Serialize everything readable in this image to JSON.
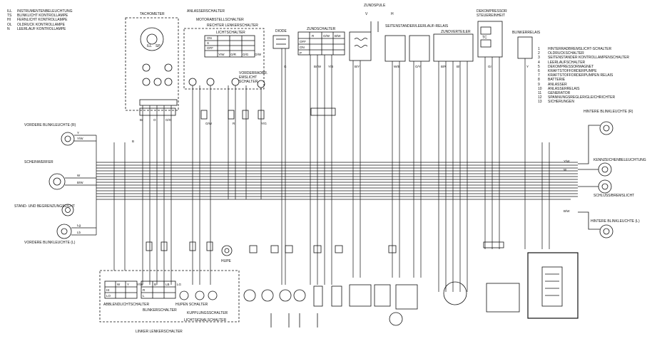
{
  "labels": {
    "tachometer": "TACHOMETER",
    "anlasserschalter": "ANLASSERSCHALTER",
    "motorabstellschalter": "MOTORABSTELLSCHALTER",
    "rechter_lenkerschalter": "RECHTER LENKERSCHALTER",
    "lichtschalter": "LICHTSCHALTER",
    "diode": "DIODE",
    "zundschalter": "ZUNDSCHALTER",
    "zundspule": "ZUNDSPULE",
    "seitenstander": "SEITENSTANDER/LEERLAUF-RELAIS",
    "zundverteiler": "ZUNDVERTEILER",
    "dekompressor": "DEKOMPRESSOR STEUEREINHEIT",
    "blinkerrelais": "BLINKERRELAIS",
    "vorderrad": "VORDERRADBR. EMSLICHT SCHALTER",
    "vordere_blink_r": "VORDERE BLINKLEUCHTE (R)",
    "scheinwerfer": "SCHEINWERFER",
    "stand": "STAND- UND BEGRENZUNGSLICHT",
    "vordere_blink_l": "VORDERE BLINKLEUCHTE (L)",
    "hintere_blink_r": "HINTERE BLINKLEUCHTE (R)",
    "kennzeichen": "KENNZEICHENBELEUCHTUNG",
    "schluss": "SCHLUSS/BREMSLICHT",
    "hintere_blink_l": "HINTERE BLINKLEUCHTE (L)",
    "hupe": "HUPE",
    "abblend": "ABBLENDLICHTSCHALTER",
    "blinkerschalter": "BLINKERSCHALTER",
    "hupen_schalter": "HUPEN SCHALTER",
    "kupplung": "KUPPLUNGSSCHALTER",
    "lichtsignal": "LICHTSIGNALSCHALTER",
    "linker": "LINKER LENKERSCHALTER",
    "tc": "TC",
    "v": "V",
    "h": "H",
    "ill": "ILL",
    "sp": "SP"
  },
  "legend_left": [
    {
      "key": "ILL",
      "text": "INSTRUMENTENBELEUCHTUNG"
    },
    {
      "key": "TS",
      "text": "BLINKLICHT KONTROLLAMPE"
    },
    {
      "key": "HI",
      "text": "FERNLICHT KONTROLLAMPE"
    },
    {
      "key": "OL",
      "text": "OLDRUCK KONTROLLAMPE"
    },
    {
      "key": "N",
      "text": "LEERLAUF KONTROLLAMPE"
    }
  ],
  "legend_right": [
    {
      "key": "1",
      "text": "HINTERRADBREMSLICHT-SCHALTER"
    },
    {
      "key": "2",
      "text": "OLDRUCKSCHALTER"
    },
    {
      "key": "3",
      "text": "SEITENSTANDER KONTROLLAMPENSCHALTER"
    },
    {
      "key": "4",
      "text": "LEERLAUFSCHALTER"
    },
    {
      "key": "5",
      "text": "DEKOMPRESSORMAGNET"
    },
    {
      "key": "6",
      "text": "KRAFTSTOFFORDERPUMPE"
    },
    {
      "key": "7",
      "text": "KRAFTSTOFFORDERPUMPEN RELAIS"
    },
    {
      "key": "8",
      "text": "BATTERIE"
    },
    {
      "key": "9",
      "text": "ANLASSER"
    },
    {
      "key": "10",
      "text": "ANLASSERRELAIS"
    },
    {
      "key": "11",
      "text": "GENERATOR"
    },
    {
      "key": "12",
      "text": "SPANNUNGSREGLER/GLEICHRICHTER"
    },
    {
      "key": "13",
      "text": "SICHERUNGEN"
    }
  ],
  "switch_tables": {
    "licht_rows": [
      "ON",
      "S",
      "OFF"
    ],
    "licht_cols": [
      "Y/W",
      "O/R",
      "O/G",
      "O/W"
    ],
    "zund_rows": [
      "OFF",
      "ON",
      "P"
    ],
    "zund_cols": [
      "R",
      "O/W",
      "B/W"
    ],
    "abblend_rows": [
      "HI",
      "LO"
    ],
    "abblend_cols": [
      "W",
      "Y",
      "Y/W"
    ],
    "blinker_rows": [
      "R",
      "L"
    ],
    "blinker_cols": [
      "B",
      "LB",
      "LG"
    ]
  },
  "wire_codes": [
    "Y",
    "Y/W",
    "W",
    "B/W",
    "Lg",
    "Lb",
    "B",
    "Br",
    "O",
    "O/G",
    "O/W",
    "R",
    "Y/G",
    "G",
    "Br/W",
    "Y/B",
    "B/Y",
    "W/B",
    "O/Y",
    "B/R",
    "Bl",
    "Gr"
  ]
}
